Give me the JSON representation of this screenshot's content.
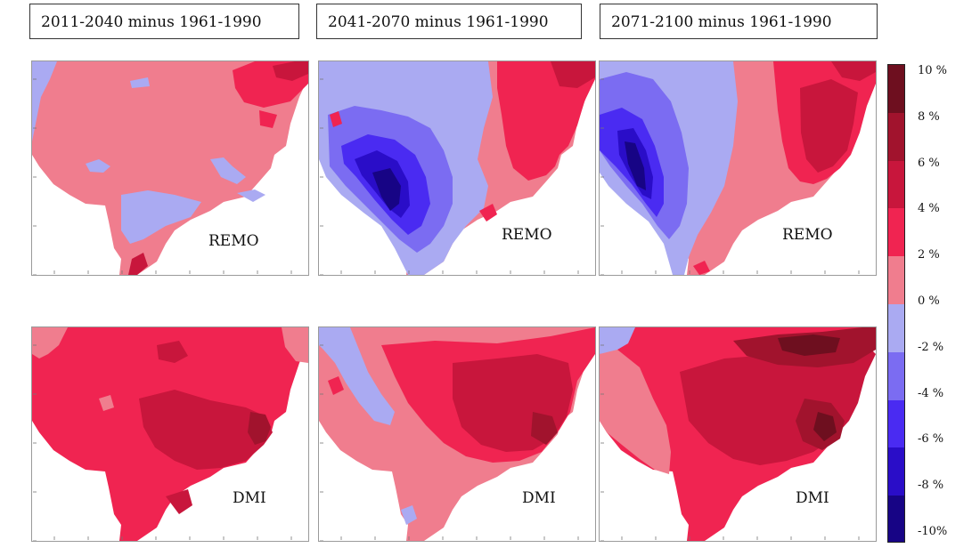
{
  "headers": [
    "2011-2040 minus 1961-1990",
    "2041-2070 minus 1961-1990",
    "2071-2100 minus 1961-1990"
  ],
  "rows": [
    {
      "model": "REMO",
      "panels": [
        {
          "dominant_class": "0 to 2 %",
          "features": [
            "large pale-pink land area",
            "light-blue patches along west and south coast",
            "red patches in north-east"
          ]
        },
        {
          "dominant_class": "mixed -8 to 6 %",
          "features": [
            "deep-blue core in south-west",
            "blue gradient across centre",
            "pink and red in east"
          ]
        },
        {
          "dominant_class": "mixed -10 to 8 %",
          "features": [
            "darkest blue along south-west coast",
            "wide pale-blue centre band",
            "red and dark-red in east"
          ]
        }
      ]
    },
    {
      "model": "DMI",
      "panels": [
        {
          "dominant_class": "2 to 6 %",
          "features": [
            "red land area",
            "dark-red region in south-east",
            "small pale-pink spot"
          ]
        },
        {
          "dominant_class": "mixed -2 to 8 %",
          "features": [
            "pale-blue band along west",
            "pink and red centre",
            "dark-red east"
          ]
        },
        {
          "dominant_class": "4 to 10 %",
          "features": [
            "pink west coast",
            "red centre",
            "darkest red in north and east"
          ]
        }
      ]
    }
  ],
  "legend": {
    "labels": [
      "10 %",
      "8 %",
      "6 %",
      "4 %",
      "2 %",
      "0 %",
      "-2 %",
      "-4 %",
      "-6 %",
      "-8 %",
      "-10%"
    ],
    "colors": [
      "#6e0f1f",
      "#a1132d",
      "#c8163c",
      "#f02451",
      "#f07d8e",
      "#aaaaf2",
      "#7b6cf2",
      "#4a2bf2",
      "#2a0dc8",
      "#170485"
    ]
  },
  "colors": {
    "ocean": "#ffffff",
    "panel_border": "#9a9a9a"
  }
}
